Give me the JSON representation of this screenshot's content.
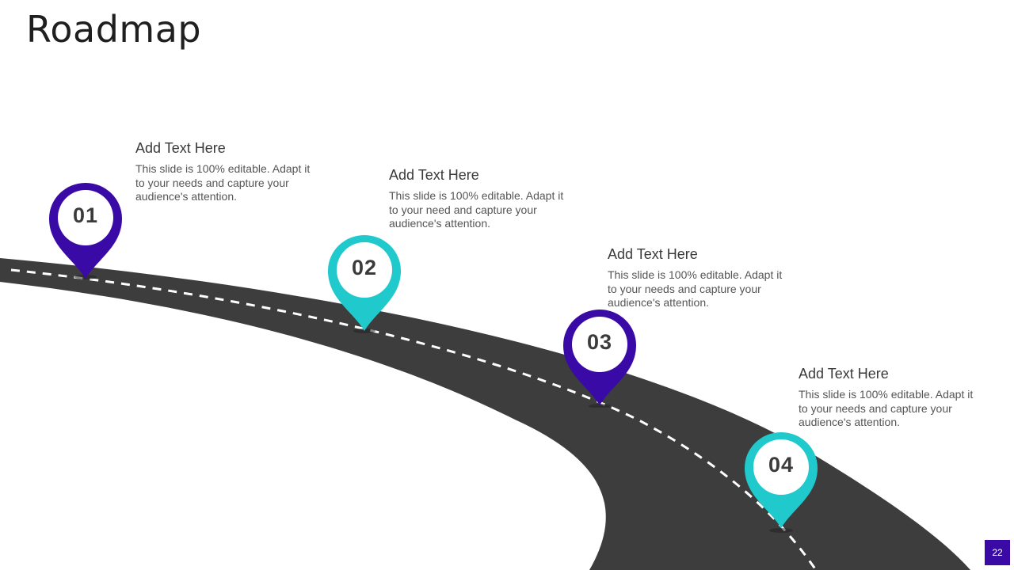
{
  "slide": {
    "title": "Roadmap",
    "page_number": "22",
    "colors": {
      "purple": "#3a0aa6",
      "teal": "#20c9cc",
      "road": "#3d3d3d"
    }
  },
  "milestones": [
    {
      "number": "01",
      "color": "purple",
      "heading": "Add Text Here",
      "body": "This slide is 100% editable. Adapt it to your needs and capture your audience's attention."
    },
    {
      "number": "02",
      "color": "teal",
      "heading": "Add Text Here",
      "body": "This slide is 100% editable. Adapt it to your need and capture your audience's attention."
    },
    {
      "number": "03",
      "color": "purple",
      "heading": "Add Text Here",
      "body": "This slide is 100% editable. Adapt it to your needs and capture your audience's attention."
    },
    {
      "number": "04",
      "color": "teal",
      "heading": "Add Text Here",
      "body": "This slide is 100% editable. Adapt it to your needs and capture your audience's attention."
    }
  ],
  "icons": [
    "map-pin-icon"
  ]
}
